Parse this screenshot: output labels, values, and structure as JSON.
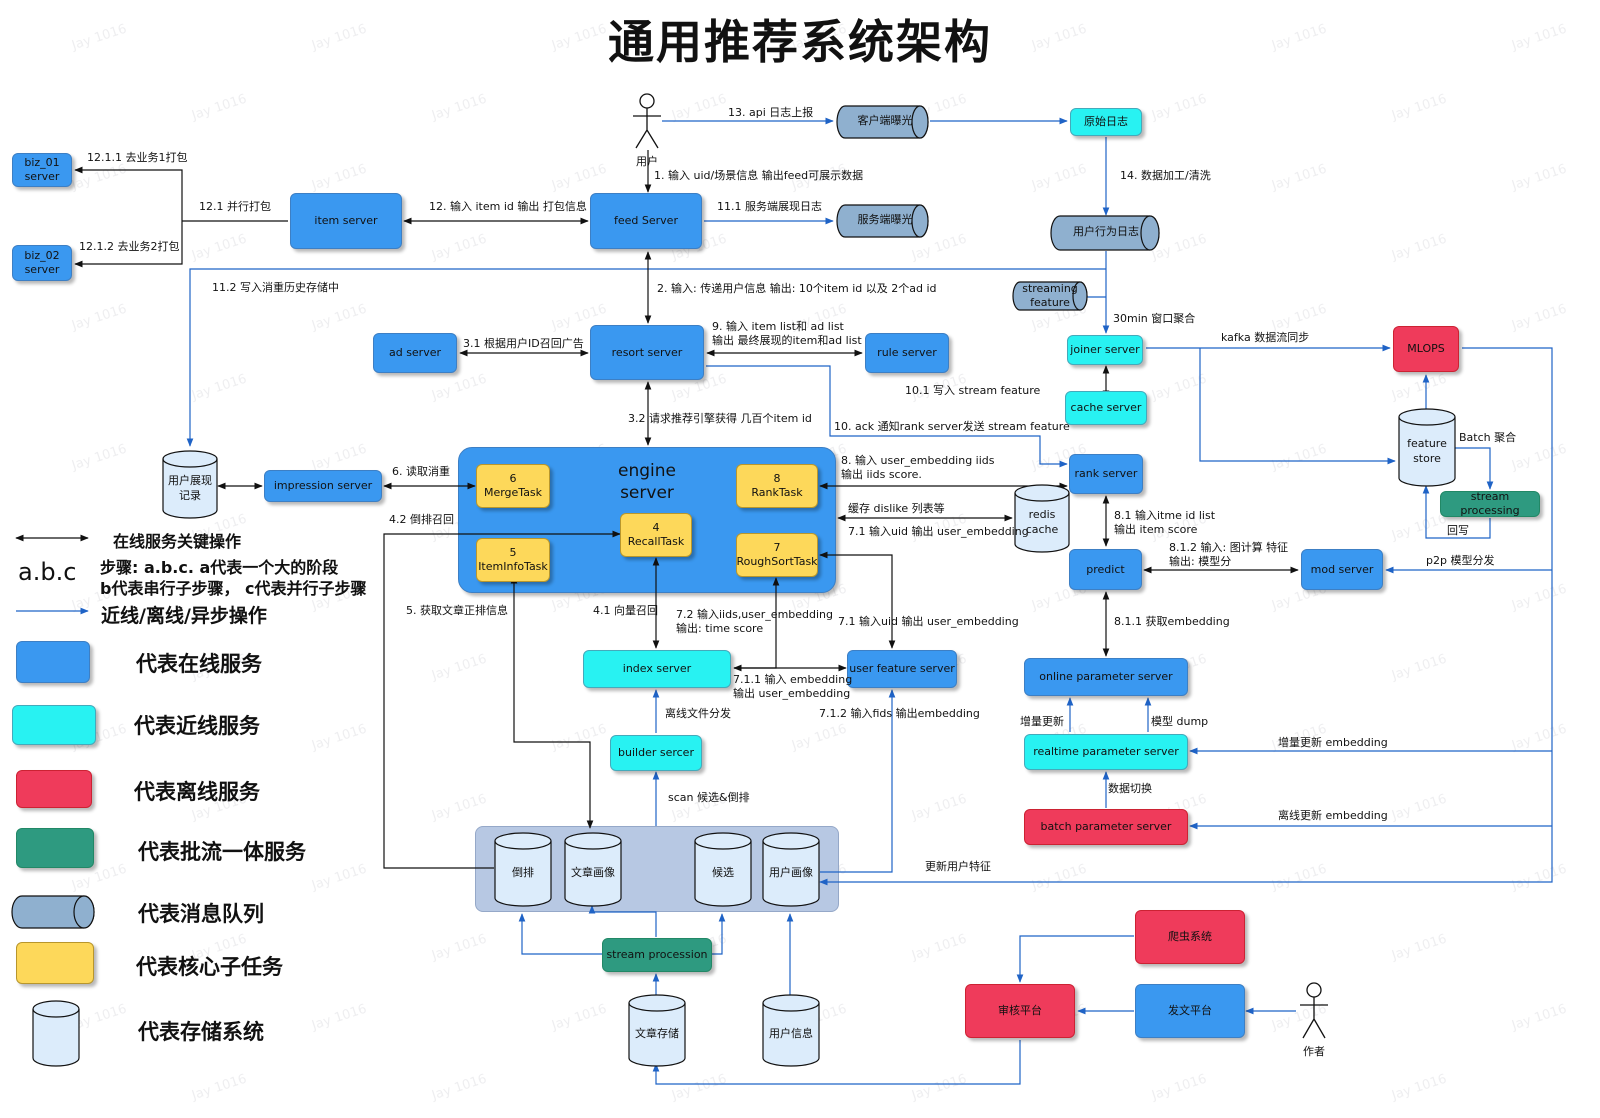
{
  "title": "通用推荐系统架构",
  "watermark": "Jay 1016",
  "colors": {
    "online": "#3a98f0",
    "nearline": "#28f2f2",
    "offline": "#ef3b5b",
    "batch_stream": "#2e9a80",
    "queue": "#8fb0cf",
    "core_task": "#fdd85a",
    "storage": "#dcecfb"
  },
  "actors": {
    "user": "用户",
    "author": "作者"
  },
  "nodes": {
    "biz01": "biz_01\nserver",
    "biz02": "biz_02\nserver",
    "item_server": "item server",
    "feed_server": "feed Server",
    "ad_server": "ad server",
    "resort_server": "resort server",
    "rule_server": "rule server",
    "impression_server": "impression server",
    "engine_server": "engine\nserver",
    "merge_task": "6\nMergeTask",
    "rank_task": "8\nRankTask",
    "recall_task": "4\nRecallTask",
    "iteminfo_task": "5\nItemInfoTask",
    "roughsort_task": "7\nRoughSortTask",
    "index_server": "index server",
    "user_feature_server": "user feature server",
    "builder_server": "builder sercer",
    "stream_procession": "stream procession",
    "yuanshi_log": "原始日志",
    "joiner_server": "joiner server",
    "cache_server": "cache server",
    "rank_server": "rank server",
    "predict": "predict",
    "mod_server": "mod server",
    "mlops": "MLOPS",
    "stream_processing": "stream processing",
    "online_param": "online parameter server",
    "realtime_param": "realtime parameter server",
    "batch_param": "batch parameter server",
    "crawler": "爬虫系统",
    "review": "审核平台",
    "publish": "发文平台"
  },
  "queues": {
    "client_exposure": "客户端曝光",
    "server_exposure": "服务端曝光",
    "user_behavior_log": "用户行为日志",
    "streaming_feature": "streaming\nfeature"
  },
  "storages": {
    "user_display_record": "用户展现\n记录",
    "redis_cache": "redis\ncache",
    "feature_store": "feature\nstore",
    "inverted": "倒排",
    "article_profile": "文章画像",
    "candidate": "候选",
    "user_profile": "用户画像",
    "article_storage": "文章存储",
    "user_info": "用户信息"
  },
  "edge_labels": {
    "e13": "13. api 日志上报",
    "e1": "1. 输入 uid/场景信息 输出feed可展示数据",
    "e14": "14. 数据加工/清洗",
    "e12_1_1": "12.1.1 去业务1打包",
    "e12_1": "12.1 并行打包",
    "e12_1_2": "12.1.2 去业务2打包",
    "e12": "12. 输入 item id 输出 打包信息",
    "e11_1": "11.1 服务端展现日志",
    "e11_2": "11.2 写入消重历史存储中",
    "e2": "2. 输入: 传递用户信息 输出: 10个item id 以及 2个ad id",
    "e30": "30min 窗口聚合",
    "e3_1": "3.1 根据用户ID召回广告",
    "e9": "9. 输入 item list和 ad list\n输出 最终展现的item和ad list",
    "kafka": "kafka 数据流同步",
    "e10_1": "10.1 写入 stream feature",
    "e3_2": "3.2 请求推荐引擎获得 几百个item id",
    "e10": "10. ack 通知rank server发送 stream feature",
    "batch_agg": "Batch 聚合",
    "e8": "8. 输入 user_embedding iids\n输出 iids score.",
    "e6": "6. 读取消重",
    "dislike": "缓存 dislike 列表等",
    "e4_2": "4.2 倒排召回",
    "e7_1a": "7.1 输入uid 输出 user_embedding",
    "e8_1": "8.1 输入itme id list\n输出 item score",
    "writeback": "回写",
    "e8_1_2": "8.1.2 输入: 图计算 特征\n输出: 模型分",
    "p2p": "p2p 模型分发",
    "e5": "5. 获取文章正排信息",
    "e4_1": "4.1 向量召回",
    "e7_2": "7.2 输入iids,user_embedding\n输出: time score",
    "e7_1b": "7.1 输入uid 输出 user_embedding",
    "e8_1_1": "8.1.1 获取embedding",
    "e7_1_1": "7.1.1 输入 embedding\n输出 user_embedding",
    "offline_dist": "离线文件分发",
    "e7_1_2": "7.1.2 输入fids 输出embedding",
    "incr_update": "增量更新",
    "model_dump": "模型 dump",
    "incr_emb": "增量更新 embedding",
    "data_switch": "数据切换",
    "scan": "scan 候选&倒排",
    "offline_emb": "离线更新 embedding",
    "update_user_feat": "更新用户特征"
  },
  "legend": {
    "sync_op": "在线服务关键操作",
    "abc_mark": "a.b.c",
    "abc_line1": "步骤: a.b.c. a代表一个大的阶段",
    "abc_line2": "b代表串行子步骤， c代表并行子步骤",
    "async_op": "近线/离线/异步操作",
    "online": "代表在线服务",
    "nearline": "代表近线服务",
    "offline": "代表离线服务",
    "batch_stream": "代表批流一体服务",
    "queue": "代表消息队列",
    "core_task": "代表核心子任务",
    "storage": "代表存储系统"
  }
}
